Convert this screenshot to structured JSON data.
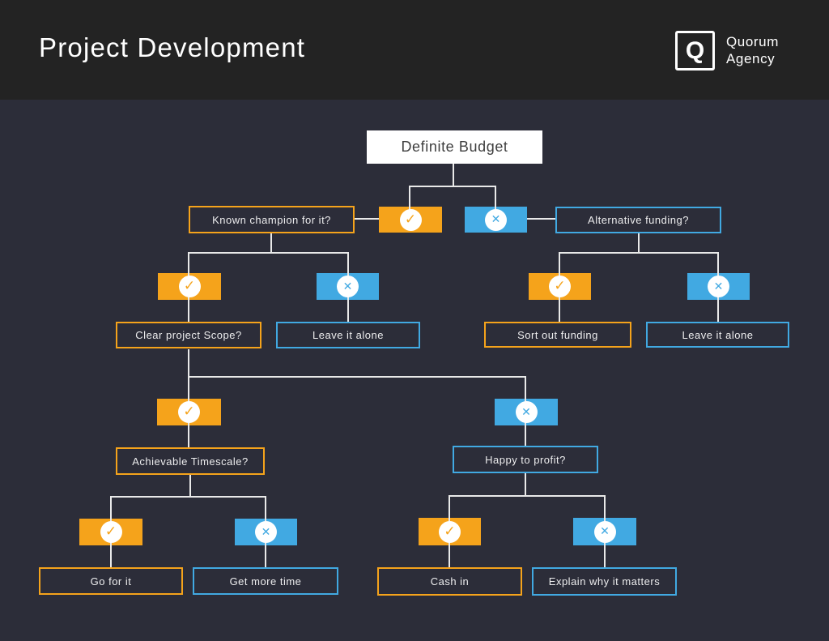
{
  "header": {
    "title": "Project Development",
    "logo": {
      "mark": "Q",
      "line1": "Quorum",
      "line2": "Agency"
    }
  },
  "colors": {
    "header_bg": "#232323",
    "body_bg": "#2C2D39",
    "orange": "#F5A31B",
    "blue": "#41A9E2",
    "line": "#E9E9E9",
    "root_box_bg": "#FFFFFF",
    "root_box_text": "#3E3E3E",
    "node_text": "#EDEDEE"
  },
  "icons": {
    "yes": "✓",
    "no": "✕"
  },
  "flowchart": {
    "root": "Definite Budget",
    "level1": {
      "yes_question": "Known champion for it?",
      "no_question": "Alternative funding?"
    },
    "level2": {
      "known_champion_yes": "Clear project Scope?",
      "known_champion_no": "Leave it alone",
      "alt_funding_yes": "Sort out funding",
      "alt_funding_no": "Leave it alone"
    },
    "level3": {
      "scope_yes": "Achievable Timescale?",
      "scope_no": "Happy to profit?"
    },
    "level4": {
      "timescale_yes": "Go for it",
      "timescale_no": "Get more time",
      "profit_yes": "Cash in",
      "profit_no": "Explain why it matters"
    }
  }
}
